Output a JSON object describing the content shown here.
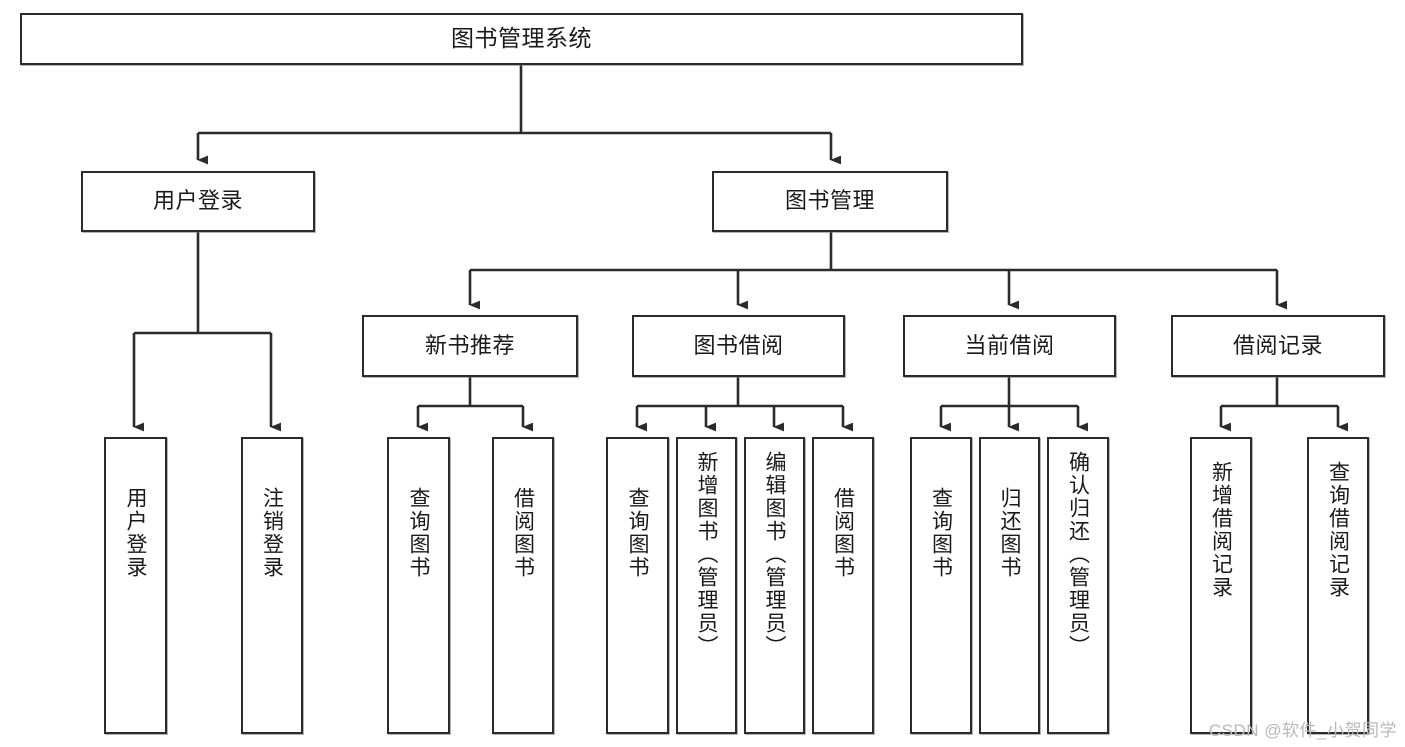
{
  "diagram": {
    "title": "图书管理系统",
    "type": "tree",
    "watermark": "CSDN @软件_小贺同学",
    "colors": {
      "node_border": "#2b2b2b",
      "node_fill": "#ffffff",
      "edge": "#2b2b2b",
      "text": "#1a1a1a",
      "watermark": "#b9b9b9",
      "background": "#ffffff"
    },
    "levels": {
      "root": "图书管理系统",
      "level2": [
        "用户登录",
        "图书管理"
      ],
      "level3": [
        "新书推荐",
        "图书借阅",
        "当前借阅",
        "借阅记录"
      ]
    },
    "nodes": {
      "root": {
        "label": "图书管理系统"
      },
      "user_login": {
        "label": "用户登录"
      },
      "book_manage": {
        "label": "图书管理"
      },
      "new_book_rec": {
        "label": "新书推荐"
      },
      "book_borrow": {
        "label": "图书借阅"
      },
      "current_borrow": {
        "label": "当前借阅"
      },
      "borrow_record": {
        "label": "借阅记录"
      },
      "leaf_user_login": {
        "label": "用户登录"
      },
      "leaf_logout": {
        "label": "注销登录"
      },
      "leaf_query_book_1": {
        "label": "查询图书"
      },
      "leaf_borrow_book_1": {
        "label": "借阅图书"
      },
      "leaf_query_book_2": {
        "label": "查询图书"
      },
      "leaf_add_book_admin": {
        "label": "新增图书（管理员）"
      },
      "leaf_edit_book_admin": {
        "label": "编辑图书（管理员）"
      },
      "leaf_borrow_book_2": {
        "label": "借阅图书"
      },
      "leaf_query_book_3": {
        "label": "查询图书"
      },
      "leaf_return_book": {
        "label": "归还图书"
      },
      "leaf_confirm_return_admin": {
        "label": "确认归还（管理员）"
      },
      "leaf_add_record": {
        "label": "新增借阅记录"
      },
      "leaf_query_record": {
        "label": "查询借阅记录"
      }
    },
    "edges": [
      {
        "from": "root",
        "to": "user_login"
      },
      {
        "from": "root",
        "to": "book_manage"
      },
      {
        "from": "user_login",
        "to": "leaf_user_login"
      },
      {
        "from": "user_login",
        "to": "leaf_logout"
      },
      {
        "from": "book_manage",
        "to": "new_book_rec"
      },
      {
        "from": "book_manage",
        "to": "book_borrow"
      },
      {
        "from": "book_manage",
        "to": "current_borrow"
      },
      {
        "from": "book_manage",
        "to": "borrow_record"
      },
      {
        "from": "new_book_rec",
        "to": "leaf_query_book_1"
      },
      {
        "from": "new_book_rec",
        "to": "leaf_borrow_book_1"
      },
      {
        "from": "book_borrow",
        "to": "leaf_query_book_2"
      },
      {
        "from": "book_borrow",
        "to": "leaf_add_book_admin"
      },
      {
        "from": "book_borrow",
        "to": "leaf_edit_book_admin"
      },
      {
        "from": "book_borrow",
        "to": "leaf_borrow_book_2"
      },
      {
        "from": "current_borrow",
        "to": "leaf_query_book_3"
      },
      {
        "from": "current_borrow",
        "to": "leaf_return_book"
      },
      {
        "from": "current_borrow",
        "to": "leaf_confirm_return_admin"
      },
      {
        "from": "borrow_record",
        "to": "leaf_add_record"
      },
      {
        "from": "borrow_record",
        "to": "leaf_query_record"
      }
    ]
  }
}
